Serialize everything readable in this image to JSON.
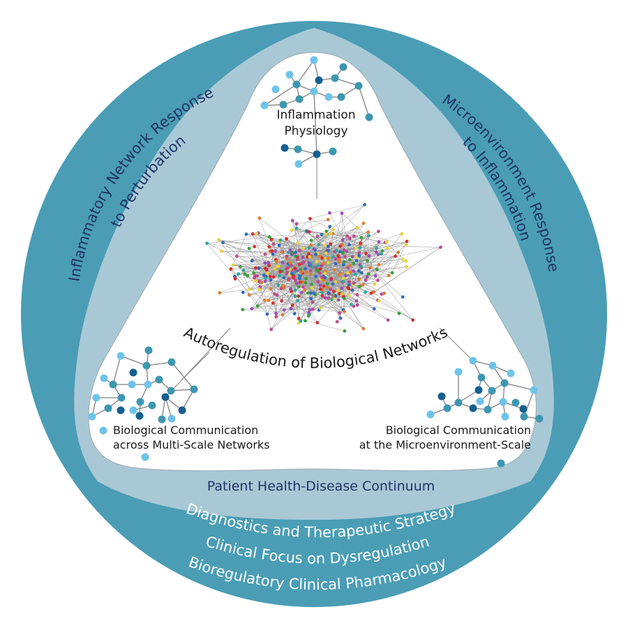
{
  "colors": {
    "outer_ring": "#4a9db5",
    "light_band": "#a9c8d6",
    "inner_field": "#ffffff",
    "label_navy": "#1f3566",
    "label_dark": "#1a1a1a",
    "node_light": "#6ec3ea",
    "node_mid": "#3d97b1",
    "node_dark": "#145f8e",
    "edge": "#808080",
    "big_network_palette": [
      "#d62d2d",
      "#3a9e3a",
      "#2e6cc0",
      "#9b4fb8",
      "#e6d43a",
      "#e07b2a",
      "#2aa8a0",
      "#c04a8a"
    ]
  },
  "labels": {
    "left_arc": {
      "line1": "Inflammatory Network Response",
      "line2": "to Perturbation"
    },
    "right_arc": {
      "line1": "Microenvironment Response",
      "line2": "to Inflammation"
    },
    "top_cluster": {
      "line1": "Inflammation",
      "line2": "Physiology"
    },
    "center_arc": "Autoregulation of Biological Networks",
    "bottom_left_cluster": {
      "line1": "Biological Communication",
      "line2": "across Multi-Scale Networks"
    },
    "bottom_right_cluster": {
      "line1": "Biological Communication",
      "line2": "at the Microenvironment-Scale"
    },
    "band_bottom": "Patient Health-Disease Continuum",
    "ring_bottom": [
      "Diagnostics and Therapeutic Strategy",
      "Clinical Focus on Dysregulation",
      "Bioregulatory Clinical Pharmacology"
    ]
  },
  "networks": {
    "top": {
      "nodes": [
        [
          450,
          86,
          "light"
        ],
        [
          492,
          96,
          "mid"
        ],
        [
          415,
          107,
          "light"
        ],
        [
          457,
          115,
          "dark"
        ],
        [
          480,
          112,
          "mid"
        ],
        [
          425,
          121,
          "mid"
        ],
        [
          514,
          123,
          "mid"
        ],
        [
          395,
          128,
          "light"
        ],
        [
          450,
          131,
          "light"
        ],
        [
          471,
          139,
          "light"
        ],
        [
          489,
          139,
          "mid"
        ],
        [
          429,
          142,
          "mid"
        ],
        [
          379,
          151,
          "light"
        ],
        [
          406,
          150,
          "mid"
        ],
        [
          529,
          168,
          "mid"
        ],
        [
          408,
          212,
          "dark"
        ],
        [
          427,
          214,
          "mid"
        ],
        [
          454,
          221,
          "dark"
        ],
        [
          477,
          217,
          "mid"
        ],
        [
          428,
          235,
          "light"
        ]
      ],
      "edges": [
        [
          0,
          3
        ],
        [
          0,
          5
        ],
        [
          3,
          4
        ],
        [
          4,
          1
        ],
        [
          4,
          6
        ],
        [
          5,
          2
        ],
        [
          5,
          8
        ],
        [
          5,
          11
        ],
        [
          8,
          3
        ],
        [
          8,
          11
        ],
        [
          8,
          9
        ],
        [
          9,
          10
        ],
        [
          11,
          13
        ],
        [
          12,
          13
        ],
        [
          12,
          5
        ],
        [
          6,
          14
        ],
        [
          10,
          6
        ],
        [
          15,
          16
        ],
        [
          16,
          17
        ],
        [
          17,
          18
        ],
        [
          17,
          19
        ],
        [
          17,
          8
        ]
      ]
    },
    "bottom_left": {
      "nodes": [
        [
          213,
          502,
          "mid"
        ],
        [
          173,
          510,
          "light"
        ],
        [
          210,
          524,
          "mid"
        ],
        [
          246,
          519,
          "mid"
        ],
        [
          191,
          534,
          "dark"
        ],
        [
          149,
          542,
          "light"
        ],
        [
          162,
          551,
          "mid"
        ],
        [
          189,
          551,
          "light"
        ],
        [
          212,
          551,
          "light"
        ],
        [
          228,
          544,
          "mid"
        ],
        [
          245,
          560,
          "mid"
        ],
        [
          278,
          558,
          "mid"
        ],
        [
          138,
          570,
          "light"
        ],
        [
          174,
          570,
          "mid"
        ],
        [
          237,
          569,
          "dark"
        ],
        [
          201,
          576,
          "mid"
        ],
        [
          218,
          581,
          "mid"
        ],
        [
          155,
          585,
          "mid"
        ],
        [
          173,
          588,
          "dark"
        ],
        [
          191,
          588,
          "light"
        ],
        [
          200,
          596,
          "dark"
        ],
        [
          261,
          588,
          "dark"
        ],
        [
          232,
          601,
          "mid"
        ],
        [
          246,
          600,
          "light"
        ],
        [
          132,
          597,
          "light"
        ],
        [
          148,
          617,
          "light"
        ],
        [
          208,
          655,
          "light"
        ]
      ],
      "edges": [
        [
          0,
          2
        ],
        [
          2,
          3
        ],
        [
          2,
          1
        ],
        [
          1,
          6
        ],
        [
          2,
          8
        ],
        [
          3,
          11
        ],
        [
          8,
          7
        ],
        [
          8,
          9
        ],
        [
          9,
          10
        ],
        [
          10,
          11
        ],
        [
          10,
          14
        ],
        [
          6,
          5
        ],
        [
          6,
          7
        ],
        [
          6,
          13
        ],
        [
          13,
          12
        ],
        [
          13,
          17
        ],
        [
          12,
          24
        ],
        [
          17,
          24
        ],
        [
          8,
          15
        ],
        [
          15,
          20
        ],
        [
          16,
          19
        ],
        [
          14,
          21
        ],
        [
          14,
          22
        ],
        [
          14,
          23
        ],
        [
          21,
          11
        ],
        [
          10,
          300
        ]
      ]
    },
    "bottom_right": {
      "nodes": [
        [
          678,
          517,
          "light"
        ],
        [
          706,
          524,
          "light"
        ],
        [
          657,
          533,
          "light"
        ],
        [
          732,
          535,
          "light"
        ],
        [
          690,
          541,
          "mid"
        ],
        [
          723,
          549,
          "mid"
        ],
        [
          686,
          559,
          "dark"
        ],
        [
          705,
          560,
          "mid"
        ],
        [
          765,
          559,
          "light"
        ],
        [
          633,
          568,
          "dark"
        ],
        [
          688,
          575,
          "light"
        ],
        [
          657,
          577,
          "mid"
        ],
        [
          739,
          577,
          "mid"
        ],
        [
          641,
          585,
          "mid"
        ],
        [
          678,
          585,
          "dark"
        ],
        [
          699,
          587,
          "mid"
        ],
        [
          721,
          576,
          "light"
        ],
        [
          750,
          586,
          "dark"
        ],
        [
          617,
          594,
          "light"
        ],
        [
          724,
          597,
          "light"
        ],
        [
          751,
          597,
          "mid"
        ],
        [
          773,
          600,
          "mid"
        ],
        [
          718,
          664,
          "mid"
        ]
      ],
      "edges": [
        [
          0,
          1
        ],
        [
          0,
          4
        ],
        [
          1,
          5
        ],
        [
          1,
          3
        ],
        [
          4,
          7
        ],
        [
          7,
          5
        ],
        [
          5,
          8
        ],
        [
          5,
          16
        ],
        [
          4,
          6
        ],
        [
          6,
          11
        ],
        [
          11,
          13
        ],
        [
          11,
          2
        ],
        [
          11,
          14
        ],
        [
          14,
          15
        ],
        [
          15,
          7
        ],
        [
          16,
          19
        ],
        [
          16,
          17
        ],
        [
          17,
          20
        ],
        [
          20,
          21
        ],
        [
          20,
          8
        ],
        [
          13,
          9
        ],
        [
          13,
          18
        ],
        [
          10,
          7
        ],
        [
          16,
          15
        ]
      ]
    },
    "big": {
      "node_count": 420,
      "edge_count": 620
    }
  }
}
